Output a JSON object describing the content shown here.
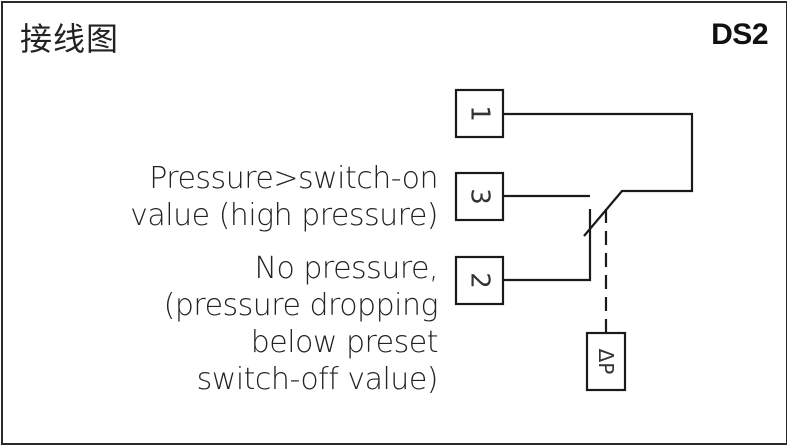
{
  "header": {
    "title": "接线图",
    "model_code": "DS2"
  },
  "labels": {
    "high_pressure": [
      "Pressure>switch-on",
      "value (high pressure)"
    ],
    "no_pressure": [
      "No pressure,",
      "(pressure dropping",
      "below preset",
      "switch-off value)"
    ]
  },
  "terminals": {
    "t1": "1",
    "t3": "3",
    "t2": "2"
  },
  "sensor": {
    "label": "ΔP"
  },
  "colors": {
    "line": "#1a1a1a",
    "text": "#222222",
    "background": "#ffffff"
  }
}
